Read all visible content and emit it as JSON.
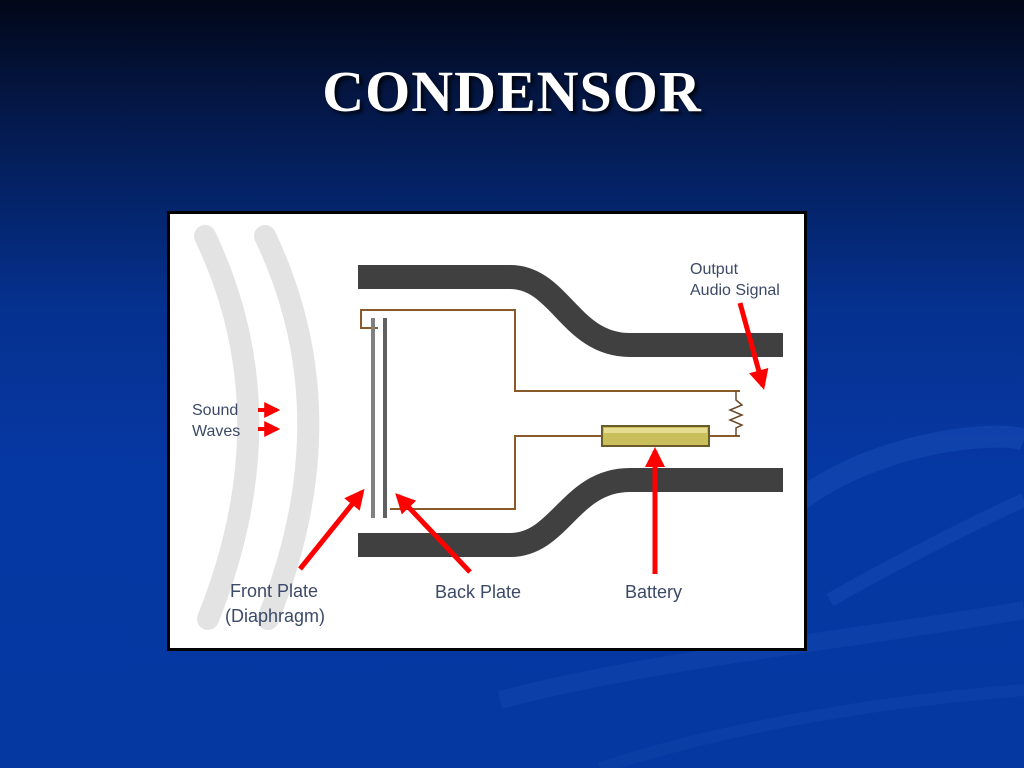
{
  "slide": {
    "title": "CONDENSOR",
    "colors": {
      "background": "#0538a0",
      "title": "#ffffff",
      "housing": "#404040",
      "wire": "#8a5a2b",
      "battery": "#c8be5a",
      "arrow": "#ff0000",
      "plate": "#808080"
    }
  },
  "diagram": {
    "labels": {
      "output_line1": "Output",
      "output_line2": "Audio Signal",
      "sound_line1": "Sound",
      "sound_line2": "Waves",
      "front_plate_line1": "Front Plate",
      "front_plate_line2": "(Diaphragm)",
      "back_plate": "Back Plate",
      "battery": "Battery"
    }
  }
}
